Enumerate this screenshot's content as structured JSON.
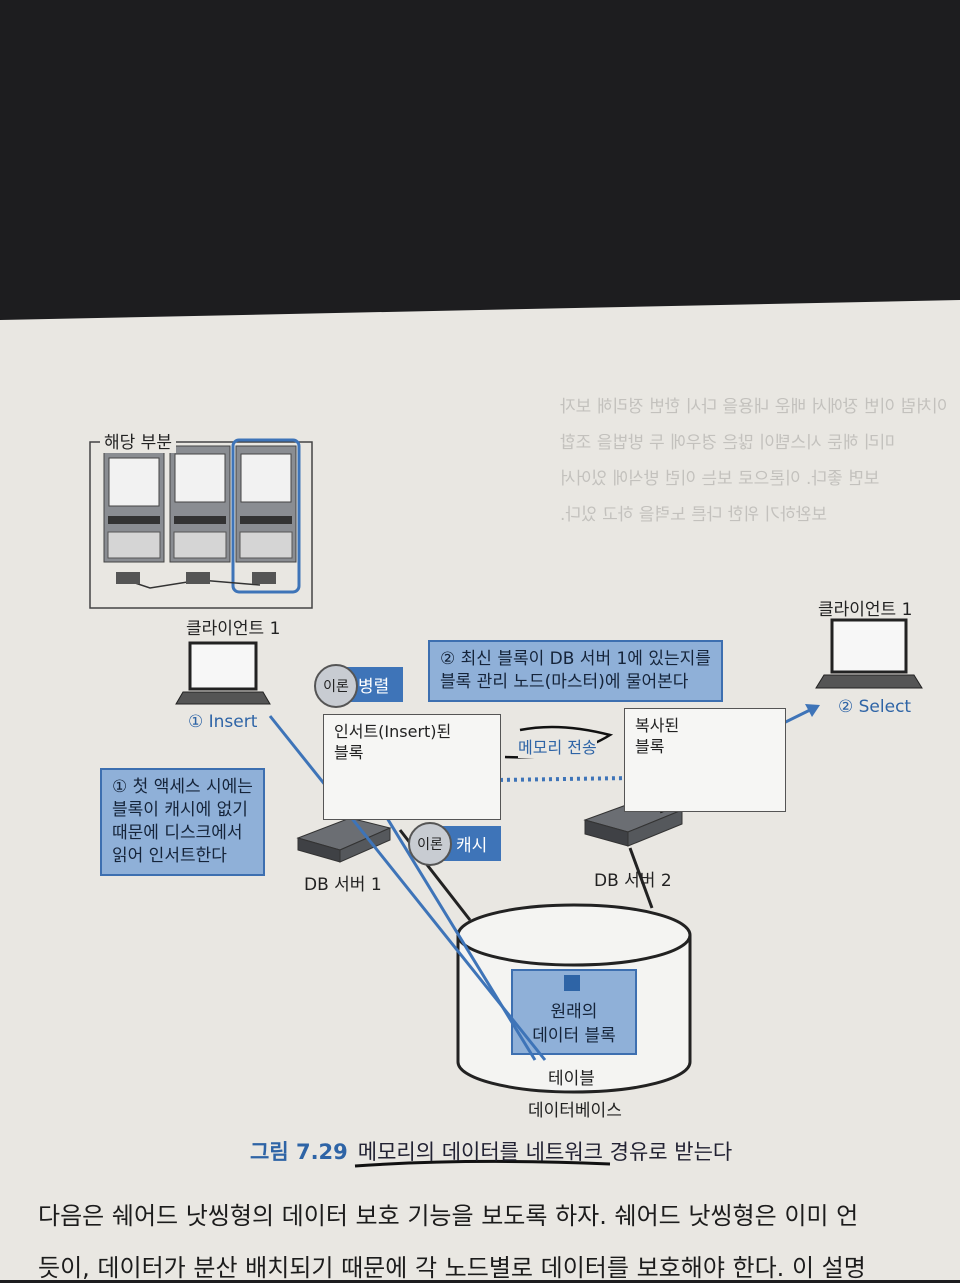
{
  "diagram": {
    "section_label": "해당 부분",
    "client_left": {
      "title": "클라이언트 1",
      "action": "① Insert"
    },
    "client_right": {
      "title": "클라이언트 1",
      "action": "② Select"
    },
    "callout_1": {
      "line1": "① 첫 액세스 시에는",
      "line2": "블록이 캐시에 없기",
      "line3": "때문에 디스크에서",
      "line4": "읽어 인서트한다"
    },
    "callout_2": {
      "line1": "② 최신 블록이 DB 서버 1에 있는지를",
      "line2": "블록 관리 노드(마스터)에 물어본다"
    },
    "tag_parallel": {
      "circle": "이론",
      "label": "병렬"
    },
    "tag_cache": {
      "circle": "이론",
      "label": "캐시"
    },
    "inserted_block": {
      "line1": "인서트(Insert)된",
      "line2": "블록"
    },
    "copied_block": {
      "line1": "복사된",
      "line2": "블록"
    },
    "transfer_label": "메모리 전송",
    "db_server_1": "DB 서버 1",
    "db_server_2": "DB 서버 2",
    "original_block": {
      "line1": "원래의",
      "line2": "데이터 블록"
    },
    "table_label": "테이블",
    "database_label": "데이터베이스",
    "colors": {
      "accent_blue": "#3e74b8",
      "callout_fill": "#8fb0d8"
    }
  },
  "caption": {
    "number": "그림 7.29",
    "text": "메모리의 데이터를 네트워크 경유로 받는다"
  },
  "body": {
    "line1": "다음은 쉐어드 낫씽형의 데이터 보호 기능을 보도록 하자. 쉐어드 낫씽형은 이미 언",
    "line2": "듯이, 데이터가 분산 배치되기 때문에 각 노드별로 데이터를 보호해야 한다. 이 설명"
  }
}
